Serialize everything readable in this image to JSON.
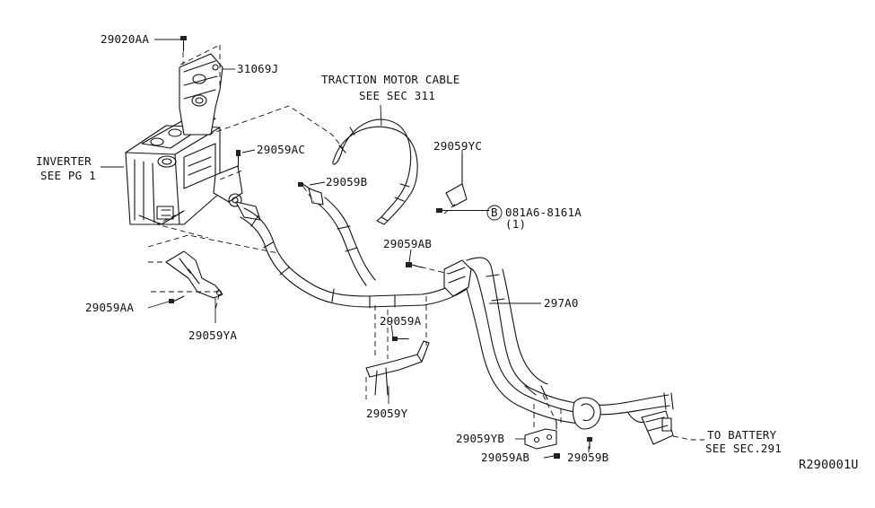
{
  "labels": {
    "p29020AA": "29020AA",
    "p31069J": "31069J",
    "inverter_line1": "INVERTER",
    "inverter_line2": "SEE PG 1",
    "p29059AC": "29059AC",
    "traction_line1": "TRACTION MOTOR CABLE",
    "traction_line2": "SEE SEC 311",
    "p29059YC": "29059YC",
    "p29059B_top": "29059B",
    "bolt_symbol": "B",
    "bolt_part": "081A6-8161A",
    "bolt_qty": "(1)",
    "p29059AB_top": "29059AB",
    "p297A0": "297A0",
    "p29059AA": "29059AA",
    "p29059YA": "29059YA",
    "p29059A": "29059A",
    "p29059Y": "29059Y",
    "p29059YB": "29059YB",
    "p29059AB_bottom": "29059AB",
    "p29059B_bottom": "29059B",
    "battery_line1": "TO BATTERY",
    "battery_line2": "SEE SEC.291",
    "diagram_code": "R290001U"
  }
}
